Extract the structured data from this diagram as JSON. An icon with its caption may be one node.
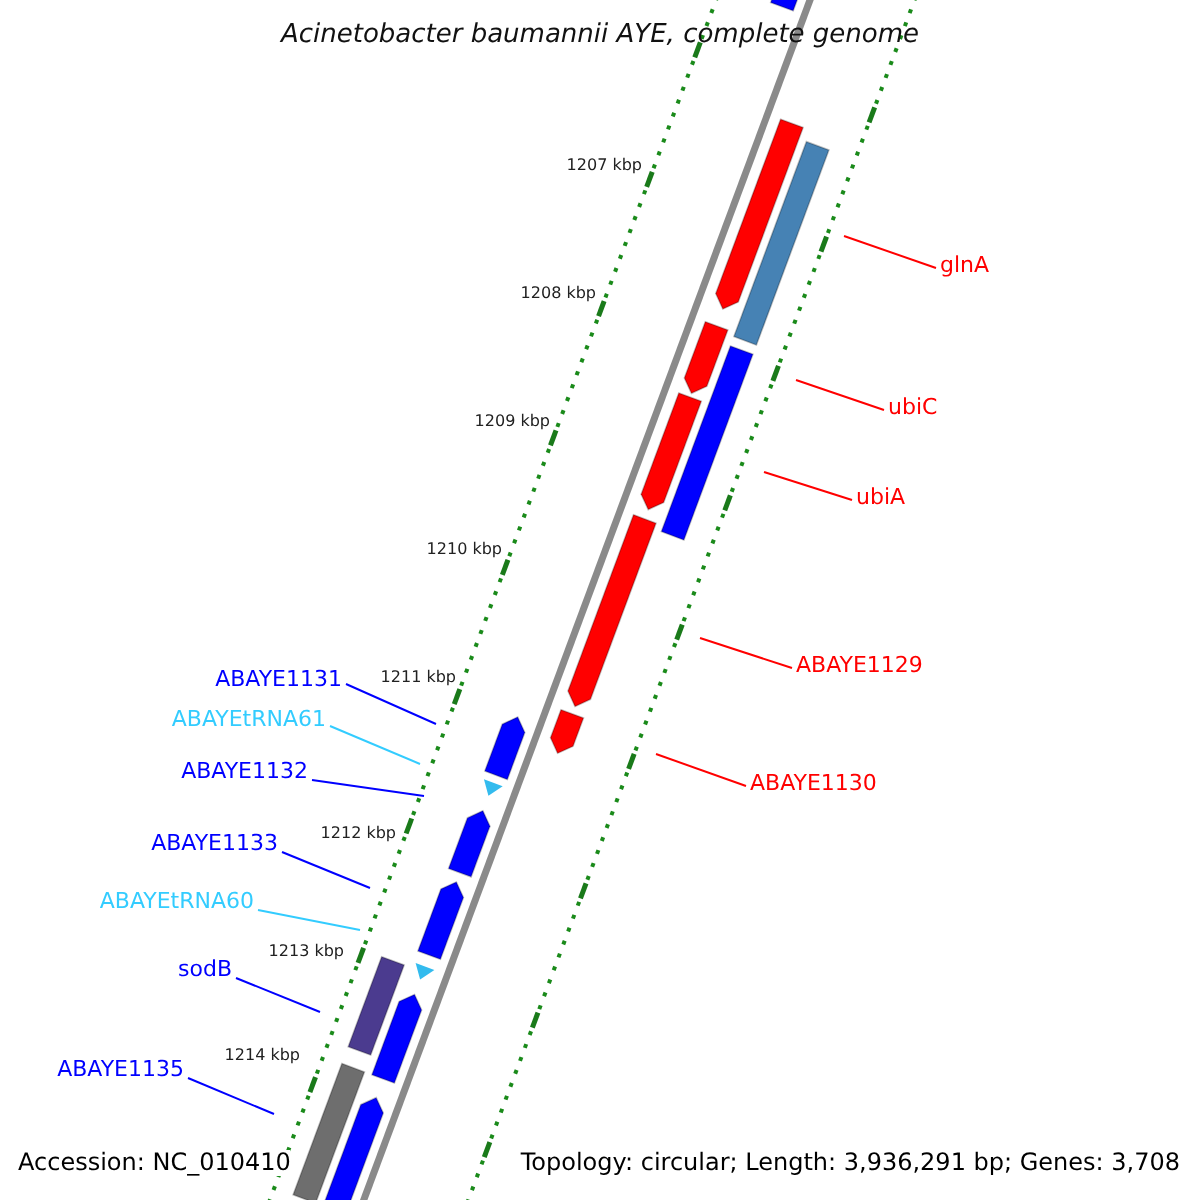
{
  "diagram": {
    "title": "Acinetobacter baumannii AYE, complete genome",
    "nodes": [
      {
        "text": [
          "glnA"
        ]
      },
      {
        "text": [
          "ubiC"
        ]
      },
      {
        "text": [
          "ubiA"
        ]
      },
      {
        "text": [
          "ABAYE1129"
        ]
      },
      {
        "text": [
          "ABAYE1130"
        ]
      },
      {
        "text": [
          "ABAYE1131"
        ]
      },
      {
        "text": [
          "ABAYEtRNA61"
        ]
      },
      {
        "text": [
          "ABAYE1132"
        ]
      },
      {
        "text": [
          "ABAYE1133"
        ]
      },
      {
        "text": [
          "ABAYEtRNA60"
        ]
      },
      {
        "text": [
          "sodB"
        ]
      },
      {
        "text": [
          "ABAYE1135"
        ]
      }
    ],
    "edges": [
      {
        "from": 0,
        "to": null,
        "arrow": "none",
        "color": "#ff0000"
      },
      {
        "from": 1,
        "to": null,
        "arrow": "none",
        "color": "#ff0000"
      },
      {
        "from": 2,
        "to": null,
        "arrow": "none",
        "color": "#ff0000"
      },
      {
        "from": 3,
        "to": null,
        "arrow": "none",
        "color": "#ff0000"
      },
      {
        "from": 4,
        "to": null,
        "arrow": "none",
        "color": "#ff0000"
      },
      {
        "from": 5,
        "to": null,
        "arrow": "none",
        "color": "#0000ff"
      },
      {
        "from": 6,
        "to": null,
        "arrow": "none",
        "color": "#33ccff"
      },
      {
        "from": 7,
        "to": null,
        "arrow": "none",
        "color": "#0000ff"
      },
      {
        "from": 8,
        "to": null,
        "arrow": "none",
        "color": "#0000ff"
      },
      {
        "from": 9,
        "to": null,
        "arrow": "none",
        "color": "#33ccff"
      },
      {
        "from": 10,
        "to": null,
        "arrow": "none",
        "color": "#0000ff"
      },
      {
        "from": 11,
        "to": null,
        "arrow": "none",
        "color": "#0000ff"
      }
    ],
    "labels": [
      "1207 kbp",
      "1208 kbp",
      "1209 kbp",
      "1210 kbp",
      "1211 kbp",
      "1212 kbp",
      "1213 kbp",
      "1214 kbp",
      "Accession: NC_010410",
      "Topology: circular; Length: 3,936,291 bp; Genes: 3,708"
    ]
  }
}
